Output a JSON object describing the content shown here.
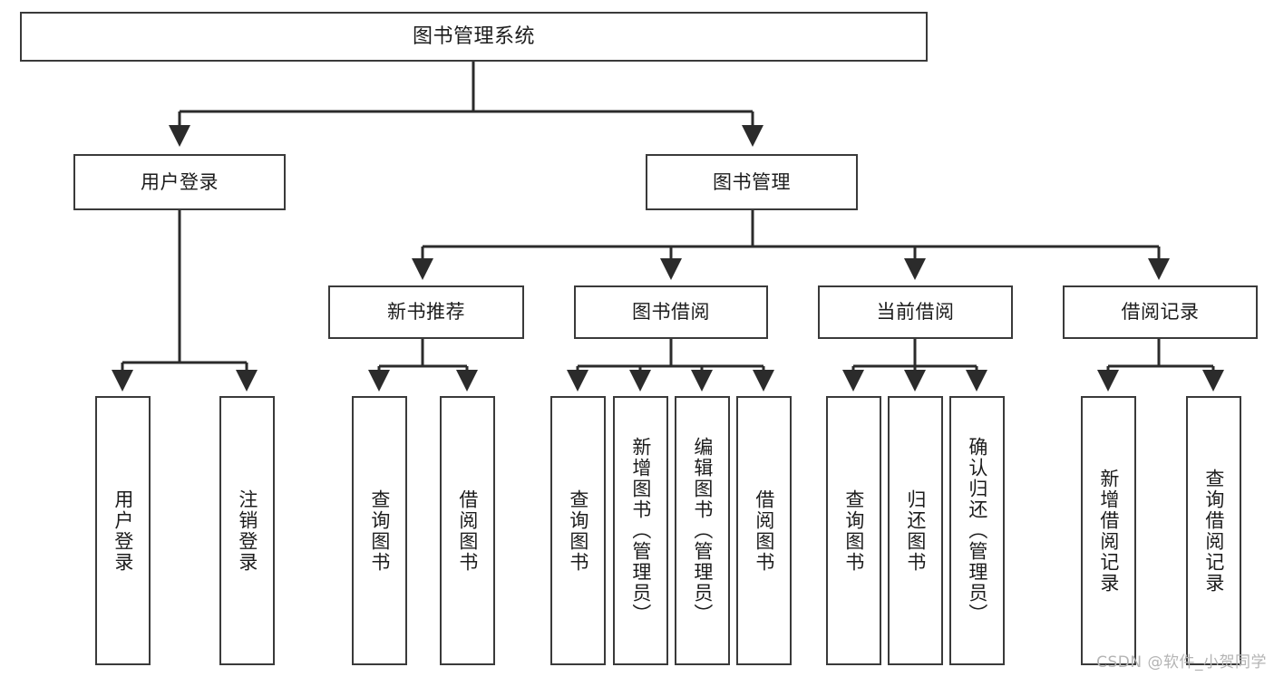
{
  "diagram": {
    "type": "tree-hierarchy",
    "title": "图书管理系统",
    "orientation": "top-down",
    "edge_style": "orthogonal-arrow",
    "colors": {
      "box_border": "#3a3a3a",
      "box_fill": "#ffffff",
      "edge": "#2b2b2b",
      "text": "#1c1c1c",
      "watermark": "#b4b4b4",
      "background": "#ffffff"
    }
  },
  "root": {
    "label": "图书管理系统"
  },
  "level2": [
    {
      "label": "用户登录"
    },
    {
      "label": "图书管理"
    }
  ],
  "level3": [
    {
      "label": "新书推荐"
    },
    {
      "label": "图书借阅"
    },
    {
      "label": "当前借阅"
    },
    {
      "label": "借阅记录"
    }
  ],
  "leaves": {
    "user_login": [
      {
        "label": "用户登录"
      },
      {
        "label": "注销登录"
      }
    ],
    "new_book_recommend": [
      {
        "label": "查询图书"
      },
      {
        "label": "借阅图书"
      }
    ],
    "book_borrow": [
      {
        "label": "查询图书"
      },
      {
        "label": "新增图书（管理员）"
      },
      {
        "label": "编辑图书（管理员）"
      },
      {
        "label": "借阅图书"
      }
    ],
    "current_borrow": [
      {
        "label": "查询图书"
      },
      {
        "label": "归还图书"
      },
      {
        "label": "确认归还（管理员）"
      }
    ],
    "borrow_record": [
      {
        "label": "新增借阅记录"
      },
      {
        "label": "查询借阅记录"
      }
    ]
  },
  "watermark": {
    "text": "CSDN @软件_小贺同学"
  }
}
